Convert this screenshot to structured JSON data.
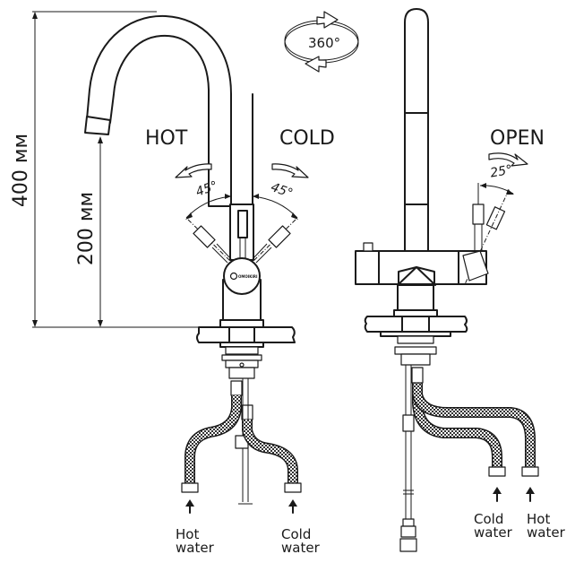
{
  "diagram": {
    "title": "Kitchen faucet dimensions and lever operation",
    "dimensions": {
      "total_height": "400 мм",
      "spout_height": "200 мм"
    },
    "rotation": {
      "spout_swivel": "360°"
    },
    "front_view": {
      "hot_label": "HOT",
      "cold_label": "COLD",
      "hot_angle": "45°",
      "cold_angle": "45°",
      "brand_logo": "OMOIKIRI",
      "inlets": [
        {
          "line1": "Hot",
          "line2": "water"
        },
        {
          "line1": "Cold",
          "line2": "water"
        }
      ]
    },
    "side_view": {
      "open_label": "OPEN",
      "open_angle": "25°",
      "inlets": [
        {
          "line1": "Cold",
          "line2": "water"
        },
        {
          "line1": "Hot",
          "line2": "water"
        }
      ]
    }
  }
}
